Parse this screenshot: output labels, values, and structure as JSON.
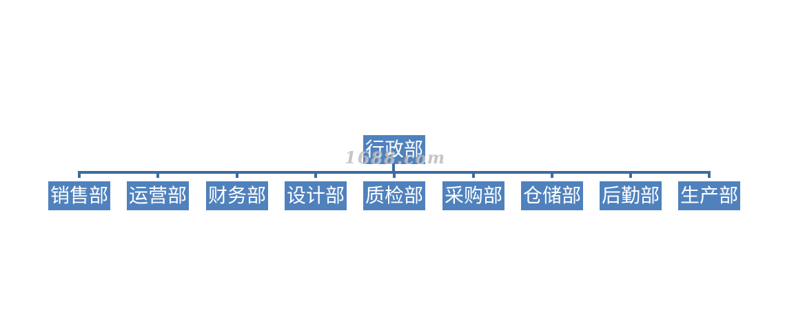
{
  "org_chart": {
    "root": {
      "label": "行政部"
    },
    "children": [
      {
        "label": "销售部"
      },
      {
        "label": "运营部"
      },
      {
        "label": "财务部"
      },
      {
        "label": "设计部"
      },
      {
        "label": "质检部"
      },
      {
        "label": "采购部"
      },
      {
        "label": "仓储部"
      },
      {
        "label": "后勤部"
      },
      {
        "label": "生产部"
      }
    ],
    "node_color": "#4f81bd",
    "connector_color": "#3d6b9e",
    "text_color": "#ffffff"
  },
  "watermark": {
    "text": "1688.com"
  }
}
